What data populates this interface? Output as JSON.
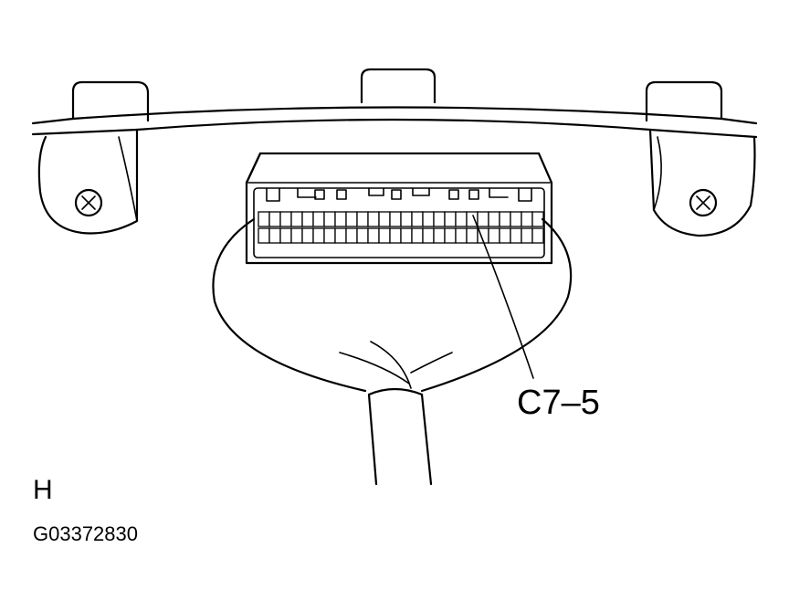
{
  "labels": {
    "terminal_callout": "C7–5",
    "view_letter": "H",
    "figure_code": "G03372830"
  },
  "connector": {
    "pin_rows": 2,
    "pins_per_row": 26
  },
  "icons": {
    "left_screw": "screw-cross-icon",
    "right_screw": "screw-cross-icon"
  },
  "colors": {
    "ink": "#000000",
    "paper": "#ffffff"
  }
}
